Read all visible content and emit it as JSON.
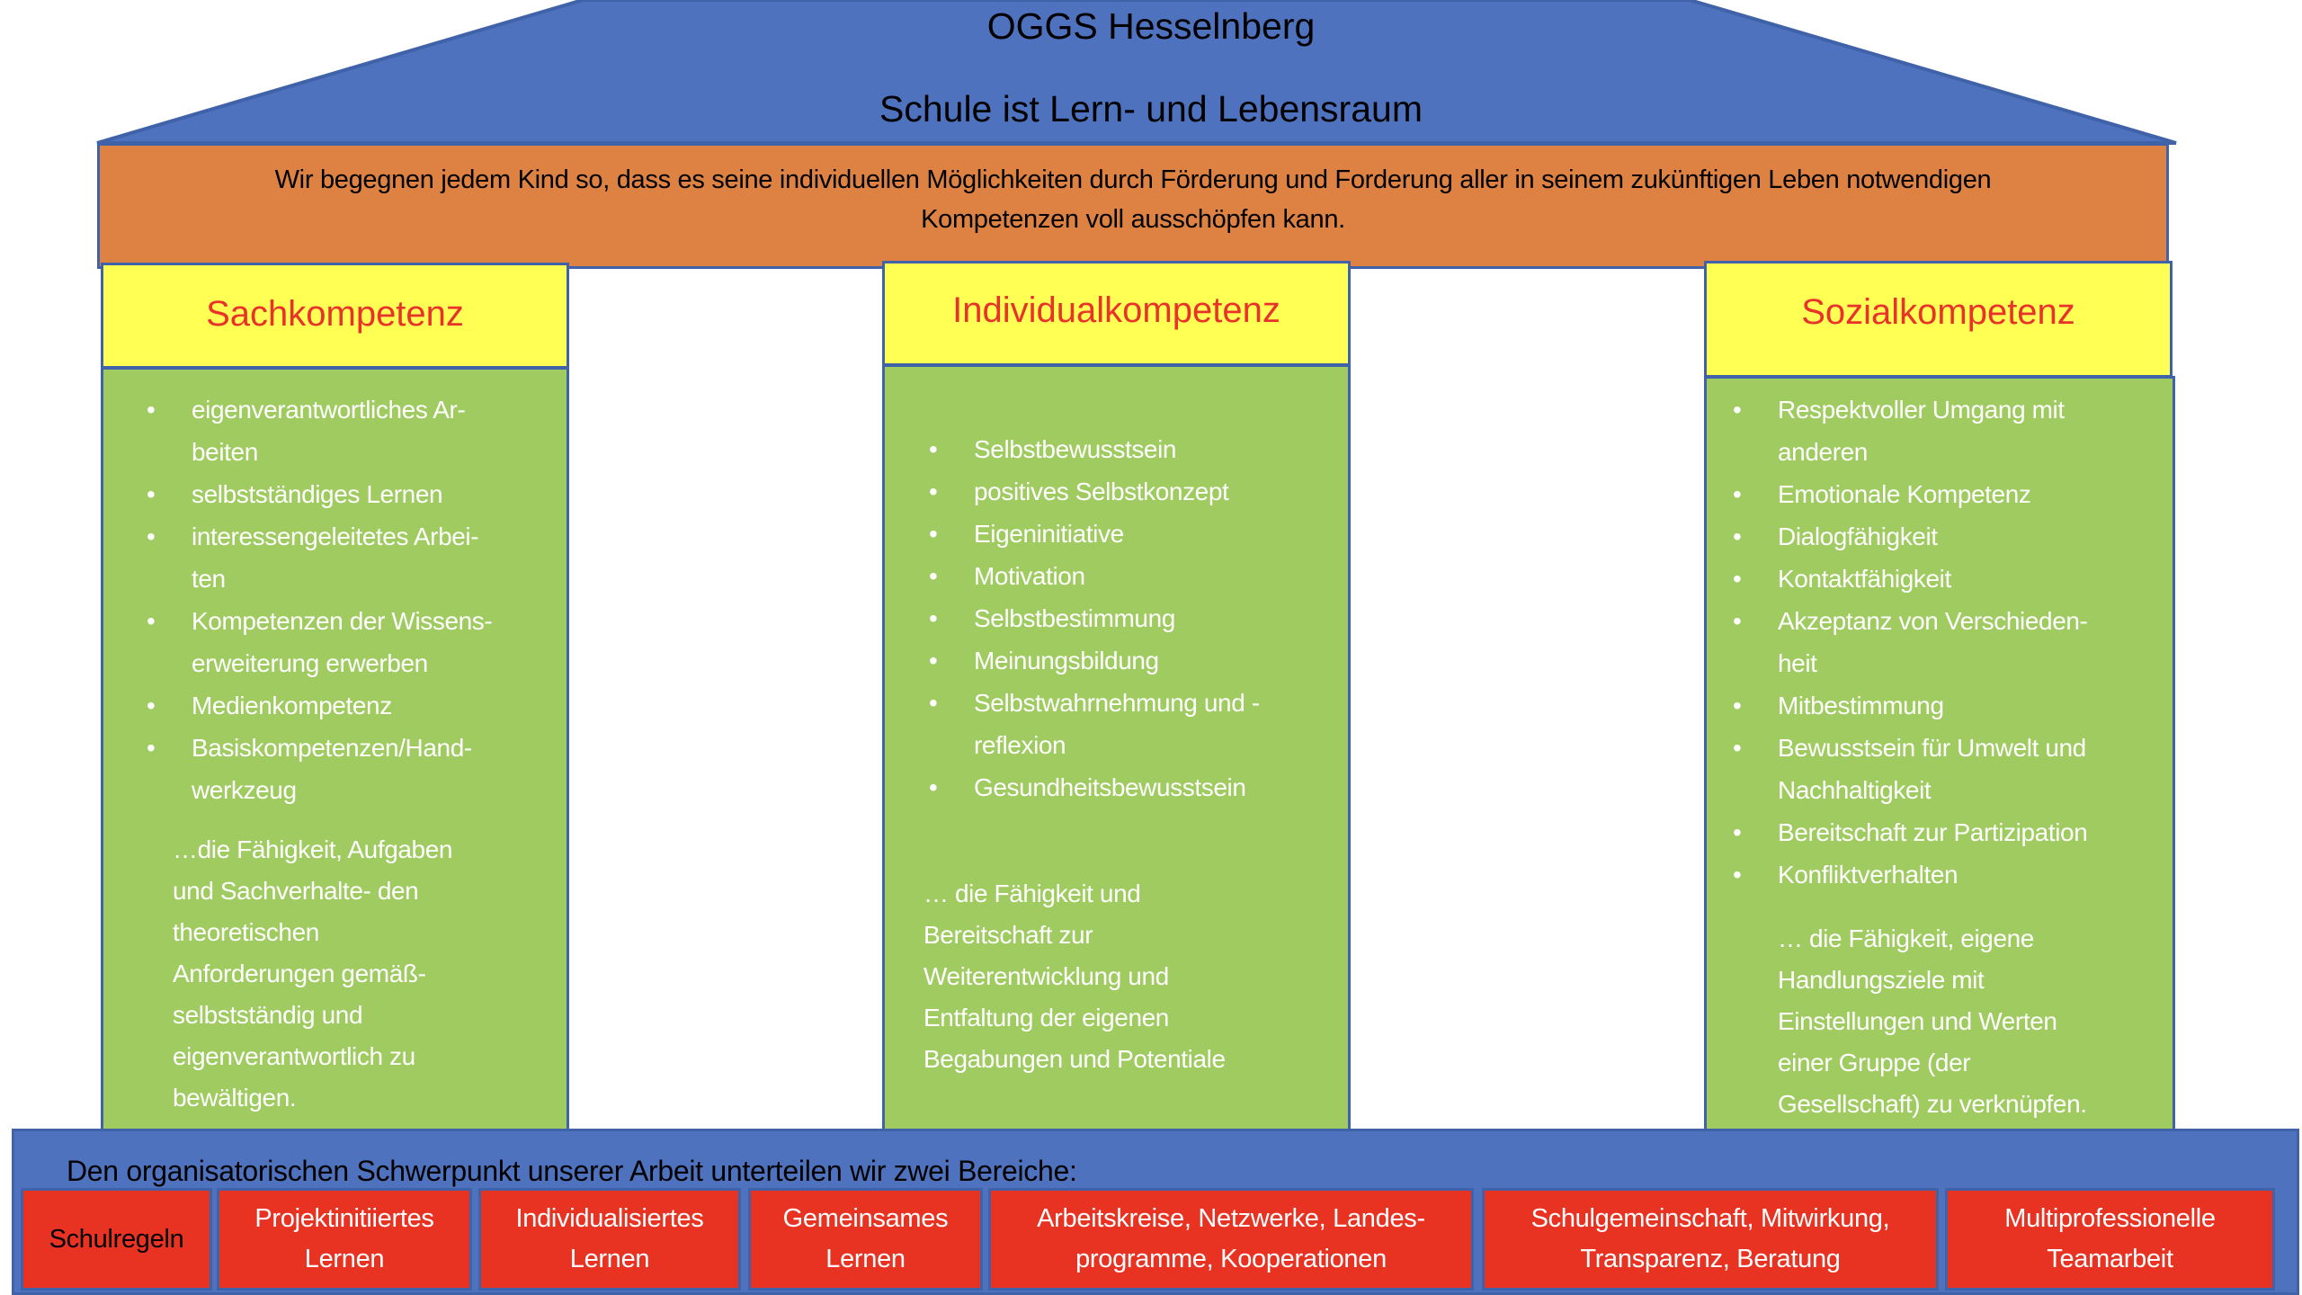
{
  "roof": {
    "title": "OGGS Hesselnberg",
    "subtitle": "Schule ist Lern- und Lebensraum"
  },
  "mission": "Wir begegnen jedem Kind so, dass es seine individuellen Möglichkeiten durch Förderung und Forderung aller in seinem zukünftigen Leben notwendigen\nKompetenzen voll ausschöpfen kann.",
  "pillars": [
    {
      "title": "Sachkompetenz",
      "items": [
        "eigenverantwortliches Ar-\nbeiten",
        "selbstständiges Lernen",
        "interessengeleitetes Arbei-\nten",
        "Kompetenzen der Wissens-\nerweiterung erwerben",
        "Medienkompetenz",
        "Basiskompetenzen/Hand-\nwerkzeug"
      ],
      "description": "…die Fähigkeit, Aufgaben\nund Sachverhalte- den\ntheoretischen\nAnforderungen gemäß-\nselbstständig und\neigenverantwortlich zu\nbewältigen."
    },
    {
      "title": "Individualkompetenz",
      "items": [
        "Selbstbewusstsein",
        "positives Selbstkonzept",
        "Eigeninitiative",
        "Motivation",
        "Selbstbestimmung",
        "Meinungsbildung",
        "Selbstwahrnehmung und -\nreflexion",
        "Gesundheitsbewusstsein"
      ],
      "description": "… die Fähigkeit und\nBereitschaft zur\nWeiterentwicklung und\nEntfaltung der eigenen\nBegabungen und Potentiale"
    },
    {
      "title": "Sozialkompetenz",
      "items": [
        "Respektvoller Umgang mit\nanderen",
        "Emotionale Kompetenz",
        "Dialogfähigkeit",
        "Kontaktfähigkeit",
        "Akzeptanz von Verschieden-\nheit",
        "Mitbestimmung",
        "Bewusstsein für Umwelt und\nNachhaltigkeit",
        "Bereitschaft zur Partizipation",
        "Konfliktverhalten"
      ],
      "description": "… die Fähigkeit, eigene\nHandlungsziele mit\nEinstellungen und Werten\neiner Gruppe (der\nGesellschaft) zu verknüpfen."
    }
  ],
  "base": {
    "text": "Den organisatorischen Schwerpunkt unserer Arbeit unterteilen wir zwei Bereiche:",
    "boxes": [
      "Schulregeln",
      "Projektinitiiertes\nLernen",
      "Individualisiertes\nLernen",
      "Gemeinsames\nLernen",
      "Arbeitskreise, Netzwerke, Landes-\nprogramme, Kooperationen",
      "Schulgemeinschaft, Mitwirkung,\nTransparenz, Beratung",
      "Multiprofessionelle\nTeamarbeit"
    ]
  },
  "colors": {
    "roof": "#4F72BE",
    "band": "#DE8244",
    "header": "#FFFF54",
    "pillar": "#9FCB60",
    "box": "#E83323",
    "heading": "#E8322A"
  }
}
